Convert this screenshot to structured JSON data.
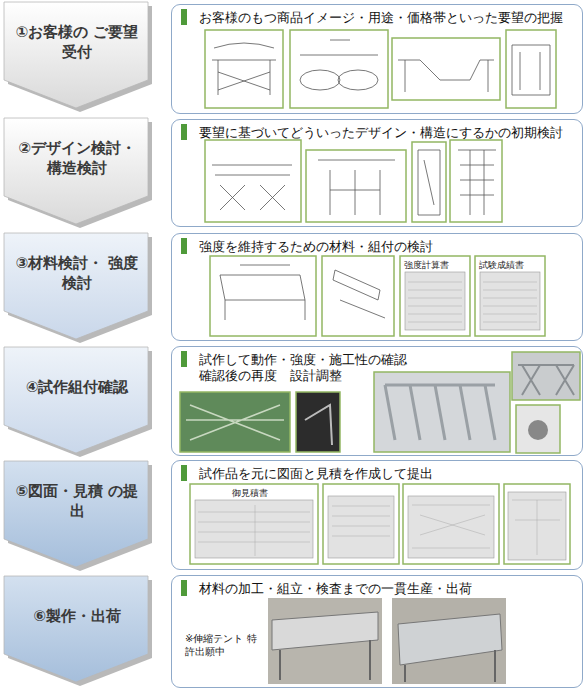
{
  "diagram": {
    "nodes": [
      {
        "text": [
          "①お客様の ご要望受付"
        ]
      },
      {
        "text": [
          "②デザイン検討・ 構造検討"
        ]
      },
      {
        "text": [
          "③材料検討・ 強度検討"
        ]
      },
      {
        "text": [
          "④試作組付確認"
        ]
      },
      {
        "text": [
          "⑤図面・見積 の提出"
        ]
      },
      {
        "text": [
          "⑥製作・出荷"
        ]
      },
      {
        "text": [
          "お客様のもつ商品イメージ・用途・価格帯といった要望の把握"
        ]
      },
      {
        "text": [
          "要望に基づいてどういったデザイン・構造にするかの初期検討"
        ]
      },
      {
        "text": [
          "強度を維持するための材料・組付の検討"
        ]
      },
      {
        "text": [
          "試作して動作・強度・施工性の確認",
          "確認後の再度　設計調整"
        ]
      },
      {
        "text": [
          "試作品を元に図面と見積を作成して提出"
        ]
      },
      {
        "text": [
          "材料の加工・組立・検査までの一貫生産・出荷"
        ]
      }
    ],
    "labels": [
      "強度計算書",
      "試験成績書",
      "御見積書",
      "※伸縮テント 特許出願中"
    ]
  }
}
